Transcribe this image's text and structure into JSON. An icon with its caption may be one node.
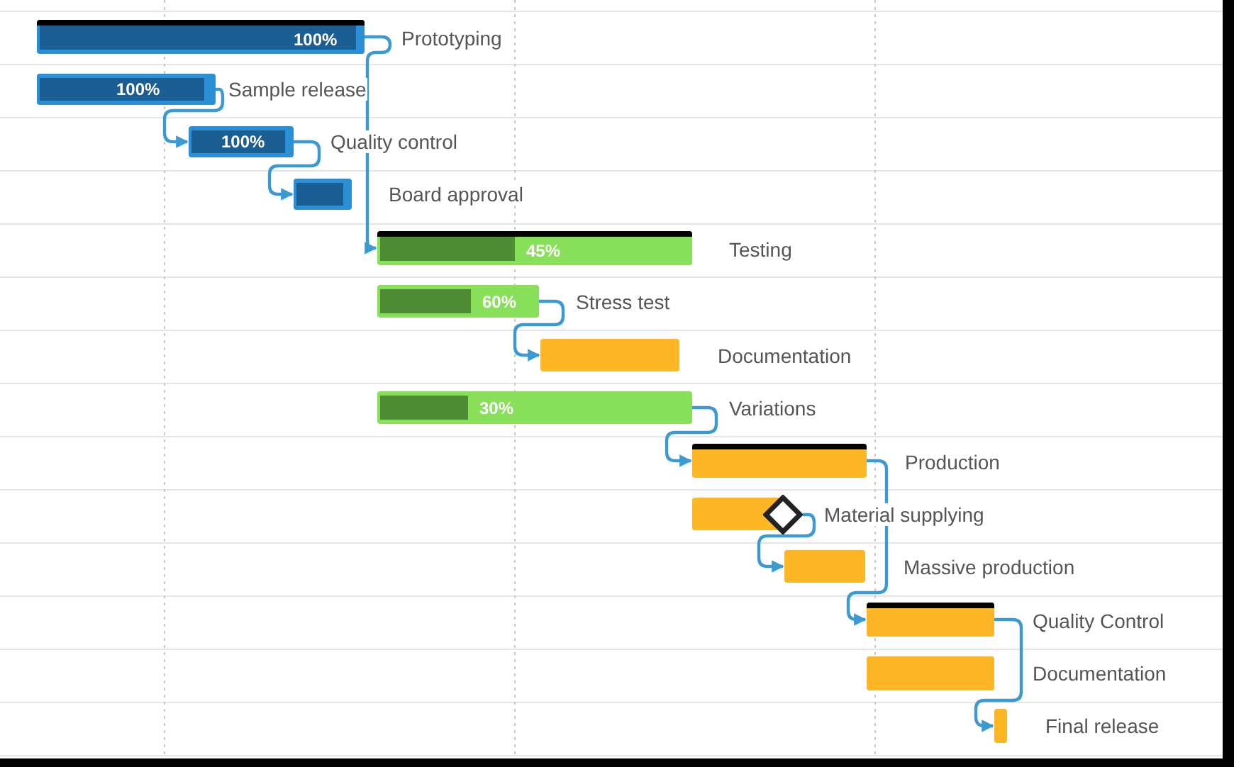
{
  "diagram": {
    "nodes": [
      {
        "text": [
          "100%"
        ],
        "beside": [
          "Prototyping"
        ]
      },
      {
        "text": [
          "100%"
        ],
        "beside": [
          "Sample release"
        ]
      },
      {
        "text": [
          "100%"
        ],
        "beside": [
          "Quality control"
        ]
      },
      {
        "text": [],
        "shape": "bar",
        "beside": [
          "Board approval"
        ]
      },
      {
        "text": [
          "45%"
        ],
        "beside": [
          "Testing"
        ]
      },
      {
        "text": [
          "60%"
        ],
        "beside": [
          "Stress test"
        ]
      },
      {
        "text": [],
        "shape": "bar",
        "beside": [
          "Documentation"
        ]
      },
      {
        "text": [
          "30%"
        ],
        "beside": [
          "Variations"
        ]
      },
      {
        "text": [],
        "shape": "bar",
        "beside": [
          "Production"
        ]
      },
      {
        "text": [],
        "shape": "bar"
      },
      {
        "text": [],
        "shape": "diamond",
        "beside": [
          "Material supplying"
        ]
      },
      {
        "text": [],
        "shape": "bar",
        "beside": [
          "Massive production"
        ]
      },
      {
        "text": [],
        "shape": "bar",
        "beside": [
          "Quality Control"
        ]
      },
      {
        "text": [],
        "shape": "bar",
        "beside": [
          "Documentation"
        ]
      },
      {
        "text": [],
        "shape": "bar",
        "beside": [
          "Final release"
        ]
      }
    ],
    "edges": [
      {
        "from": 0,
        "to": 4,
        "arrow": "to"
      },
      {
        "from": 1,
        "to": 2,
        "arrow": "to"
      },
      {
        "from": 2,
        "to": 3,
        "arrow": "to"
      },
      {
        "from": 5,
        "to": 6,
        "arrow": "to"
      },
      {
        "from": 7,
        "to": 8,
        "arrow": "to"
      },
      {
        "from": 10,
        "to": 11,
        "arrow": "to"
      },
      {
        "from": 8,
        "to": 12,
        "arrow": "to"
      },
      {
        "from": 12,
        "to": 14,
        "arrow": "to"
      }
    ]
  }
}
